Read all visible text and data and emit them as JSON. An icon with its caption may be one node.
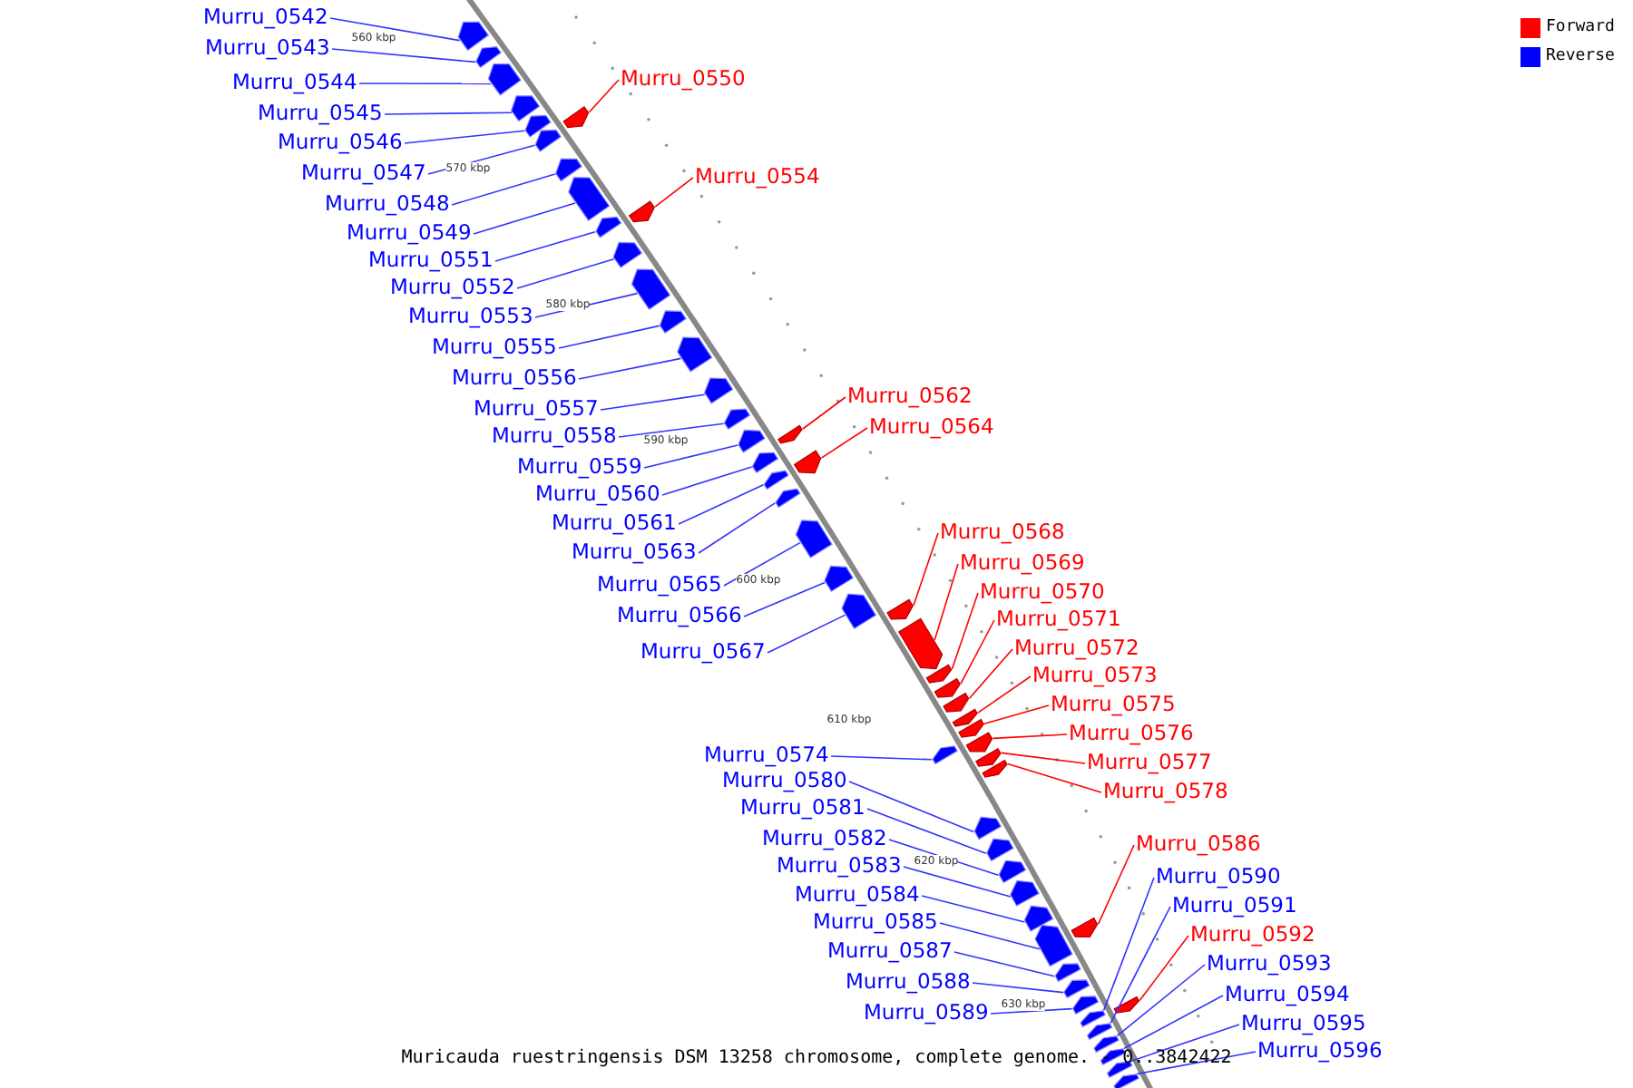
{
  "diagram": {
    "caption": "Muricauda ruestringensis DSM 13258 chromosome, complete genome. - 0..3842422",
    "nodes": [
      {
        "text": [
          "Murru_0542"
        ]
      },
      {
        "text": [
          "Murru_0543"
        ]
      },
      {
        "text": [
          "Murru_0544"
        ]
      },
      {
        "text": [
          "Murru_0545"
        ]
      },
      {
        "text": [
          "Murru_0546"
        ]
      },
      {
        "text": [
          "Murru_0547"
        ]
      },
      {
        "text": [
          "Murru_0548"
        ]
      },
      {
        "text": [
          "Murru_0549"
        ]
      },
      {
        "text": [
          "Murru_0551"
        ]
      },
      {
        "text": [
          "Murru_0552"
        ]
      },
      {
        "text": [
          "Murru_0553"
        ]
      },
      {
        "text": [
          "Murru_0555"
        ]
      },
      {
        "text": [
          "Murru_0556"
        ]
      },
      {
        "text": [
          "Murru_0557"
        ]
      },
      {
        "text": [
          "Murru_0558"
        ]
      },
      {
        "text": [
          "Murru_0559"
        ]
      },
      {
        "text": [
          "Murru_0560"
        ]
      },
      {
        "text": [
          "Murru_0561"
        ]
      },
      {
        "text": [
          "Murru_0563"
        ]
      },
      {
        "text": [
          "Murru_0565"
        ]
      },
      {
        "text": [
          "Murru_0566"
        ]
      },
      {
        "text": [
          "Murru_0567"
        ]
      },
      {
        "text": [
          "Murru_0574"
        ]
      },
      {
        "text": [
          "Murru_0580"
        ]
      },
      {
        "text": [
          "Murru_0581"
        ]
      },
      {
        "text": [
          "Murru_0582"
        ]
      },
      {
        "text": [
          "Murru_0583"
        ]
      },
      {
        "text": [
          "Murru_0584"
        ]
      },
      {
        "text": [
          "Murru_0585"
        ]
      },
      {
        "text": [
          "Murru_0587"
        ]
      },
      {
        "text": [
          "Murru_0588"
        ]
      },
      {
        "text": [
          "Murru_0589"
        ]
      },
      {
        "text": [
          "Murru_0550"
        ]
      },
      {
        "text": [
          "Murru_0554"
        ]
      },
      {
        "text": [
          "Murru_0562"
        ]
      },
      {
        "text": [
          "Murru_0564"
        ]
      },
      {
        "text": [
          "Murru_0568"
        ]
      },
      {
        "text": [
          "Murru_0569"
        ]
      },
      {
        "text": [
          "Murru_0570"
        ]
      },
      {
        "text": [
          "Murru_0571"
        ]
      },
      {
        "text": [
          "Murru_0572"
        ]
      },
      {
        "text": [
          "Murru_0573"
        ]
      },
      {
        "text": [
          "Murru_0575"
        ]
      },
      {
        "text": [
          "Murru_0576"
        ]
      },
      {
        "text": [
          "Murru_0577"
        ]
      },
      {
        "text": [
          "Murru_0578"
        ]
      },
      {
        "text": [
          "Murru_0586"
        ]
      },
      {
        "text": [
          "Murru_0590"
        ]
      },
      {
        "text": [
          "Murru_0591"
        ]
      },
      {
        "text": [
          "Murru_0592"
        ]
      },
      {
        "text": [
          "Murru_0593"
        ]
      },
      {
        "text": [
          "Murru_0594"
        ]
      },
      {
        "text": [
          "Murru_0595"
        ]
      },
      {
        "text": [
          "Murru_0596"
        ]
      },
      {
        "text": [],
        "shape": "bar"
      },
      {
        "text": [],
        "shape": "bar"
      },
      {
        "text": [],
        "shape": "bar"
      },
      {
        "text": [],
        "shape": "bar"
      },
      {
        "text": [],
        "shape": "bar"
      },
      {
        "text": [],
        "shape": "bar"
      },
      {
        "text": [],
        "shape": "bar"
      },
      {
        "text": [],
        "shape": "bar"
      },
      {
        "text": [],
        "shape": "bar"
      },
      {
        "text": [],
        "shape": "bar"
      },
      {
        "text": [],
        "shape": "bar"
      },
      {
        "text": [],
        "shape": "bar"
      },
      {
        "text": [],
        "shape": "bar"
      },
      {
        "text": [],
        "shape": "bar"
      },
      {
        "text": [],
        "shape": "bar"
      },
      {
        "text": [],
        "shape": "bar"
      },
      {
        "text": [],
        "shape": "bar"
      },
      {
        "text": [],
        "shape": "bar"
      },
      {
        "text": [],
        "shape": "bar"
      },
      {
        "text": [],
        "shape": "bar"
      },
      {
        "text": [],
        "shape": "bar"
      },
      {
        "text": [],
        "shape": "bar"
      },
      {
        "text": [],
        "shape": "bar"
      },
      {
        "text": [],
        "shape": "bar"
      },
      {
        "text": [],
        "shape": "bar"
      },
      {
        "text": [],
        "shape": "bar"
      },
      {
        "text": [],
        "shape": "bar"
      },
      {
        "text": [],
        "shape": "bar"
      },
      {
        "text": [],
        "shape": "bar"
      },
      {
        "text": [],
        "shape": "bar"
      },
      {
        "text": [],
        "shape": "bar"
      },
      {
        "text": [],
        "shape": "bar"
      },
      {
        "text": [],
        "shape": "bar"
      },
      {
        "text": [],
        "shape": "bar"
      },
      {
        "text": [],
        "shape": "bar"
      },
      {
        "text": [],
        "shape": "bar"
      },
      {
        "text": [],
        "shape": "bar"
      },
      {
        "text": [],
        "shape": "bar"
      },
      {
        "text": [],
        "shape": "bar"
      },
      {
        "text": [],
        "shape": "bar"
      },
      {
        "text": [],
        "shape": "bar"
      },
      {
        "text": [],
        "shape": "bar"
      },
      {
        "text": [],
        "shape": "bar"
      },
      {
        "text": [],
        "shape": "bar"
      },
      {
        "text": [],
        "shape": "bar"
      },
      {
        "text": [],
        "shape": "bar"
      },
      {
        "text": [],
        "shape": "bar"
      },
      {
        "text": [],
        "shape": "bar"
      },
      {
        "text": [],
        "shape": "bar"
      },
      {
        "text": [],
        "shape": "bar"
      },
      {
        "text": [],
        "shape": "bar"
      },
      {
        "text": [],
        "shape": "bar"
      },
      {
        "text": [],
        "shape": "bar"
      },
      {
        "text": [],
        "shape": "bar"
      }
    ],
    "edges": [
      {
        "from": 0,
        "to": 54,
        "arrow": "none"
      },
      {
        "from": 1,
        "to": 55,
        "arrow": "none"
      },
      {
        "from": 2,
        "to": 56,
        "arrow": "none"
      },
      {
        "from": 3,
        "to": 57,
        "arrow": "none"
      },
      {
        "from": 4,
        "to": 58,
        "arrow": "none"
      },
      {
        "from": 5,
        "to": 59,
        "arrow": "none"
      },
      {
        "from": 6,
        "to": 60,
        "arrow": "none"
      },
      {
        "from": 7,
        "to": 61,
        "arrow": "none"
      },
      {
        "from": 8,
        "to": 62,
        "arrow": "none"
      },
      {
        "from": 9,
        "to": 63,
        "arrow": "none"
      },
      {
        "from": 10,
        "to": 64,
        "arrow": "none"
      },
      {
        "from": 11,
        "to": 65,
        "arrow": "none"
      },
      {
        "from": 12,
        "to": 66,
        "arrow": "none"
      },
      {
        "from": 13,
        "to": 67,
        "arrow": "none"
      },
      {
        "from": 14,
        "to": 68,
        "arrow": "none"
      },
      {
        "from": 15,
        "to": 69,
        "arrow": "none"
      },
      {
        "from": 16,
        "to": 70,
        "arrow": "none"
      },
      {
        "from": 17,
        "to": 71,
        "arrow": "none"
      },
      {
        "from": 18,
        "to": 72,
        "arrow": "none"
      },
      {
        "from": 19,
        "to": 73,
        "arrow": "none"
      },
      {
        "from": 20,
        "to": 74,
        "arrow": "none"
      },
      {
        "from": 21,
        "to": 75,
        "arrow": "none"
      },
      {
        "from": 22,
        "to": 76,
        "arrow": "none"
      },
      {
        "from": 23,
        "to": 77,
        "arrow": "none"
      },
      {
        "from": 24,
        "to": 78,
        "arrow": "none"
      },
      {
        "from": 25,
        "to": 79,
        "arrow": "none"
      },
      {
        "from": 26,
        "to": 80,
        "arrow": "none"
      },
      {
        "from": 27,
        "to": 81,
        "arrow": "none"
      },
      {
        "from": 28,
        "to": 82,
        "arrow": "none"
      },
      {
        "from": 29,
        "to": 83,
        "arrow": "none"
      },
      {
        "from": 30,
        "to": 84,
        "arrow": "none"
      },
      {
        "from": 31,
        "to": 85,
        "arrow": "none"
      },
      {
        "from": 32,
        "to": 86,
        "arrow": "none",
        "color": "#ff0000"
      },
      {
        "from": 33,
        "to": 87,
        "arrow": "none",
        "color": "#ff0000"
      },
      {
        "from": 34,
        "to": 88,
        "arrow": "none",
        "color": "#ff0000"
      },
      {
        "from": 35,
        "to": 89,
        "arrow": "none",
        "color": "#ff0000"
      },
      {
        "from": 36,
        "to": 90,
        "arrow": "none",
        "color": "#ff0000"
      },
      {
        "from": 37,
        "to": 91,
        "arrow": "none",
        "color": "#ff0000"
      },
      {
        "from": 38,
        "to": 92,
        "arrow": "none",
        "color": "#ff0000"
      },
      {
        "from": 39,
        "to": 93,
        "arrow": "none",
        "color": "#ff0000"
      },
      {
        "from": 40,
        "to": 94,
        "arrow": "none",
        "color": "#ff0000"
      },
      {
        "from": 41,
        "to": 95,
        "arrow": "none",
        "color": "#ff0000"
      },
      {
        "from": 42,
        "to": 96,
        "arrow": "none",
        "color": "#ff0000"
      },
      {
        "from": 43,
        "to": 97,
        "arrow": "none",
        "color": "#ff0000"
      },
      {
        "from": 44,
        "to": 98,
        "arrow": "none",
        "color": "#ff0000"
      },
      {
        "from": 45,
        "to": 99,
        "arrow": "none",
        "color": "#ff0000"
      },
      {
        "from": 46,
        "to": 100,
        "arrow": "none",
        "color": "#ff0000"
      },
      {
        "from": 47,
        "to": 101,
        "arrow": "none"
      },
      {
        "from": 48,
        "to": 102,
        "arrow": "none"
      },
      {
        "from": 49,
        "to": 103,
        "arrow": "none",
        "color": "#ff0000"
      },
      {
        "from": 50,
        "to": 104,
        "arrow": "none"
      },
      {
        "from": 51,
        "to": 105,
        "arrow": "none"
      },
      {
        "from": 52,
        "to": 106,
        "arrow": "none"
      },
      {
        "from": 53,
        "to": 107,
        "arrow": "none"
      }
    ],
    "labels": [
      "560 kbp",
      "570 kbp",
      "580 kbp",
      "590 kbp",
      "600 kbp",
      "610 kbp",
      "620 kbp",
      "630 kbp"
    ],
    "legend": [
      {
        "text": "Forward",
        "color": "#ff0000"
      },
      {
        "text": "Reverse",
        "color": "#0000ff"
      }
    ]
  }
}
